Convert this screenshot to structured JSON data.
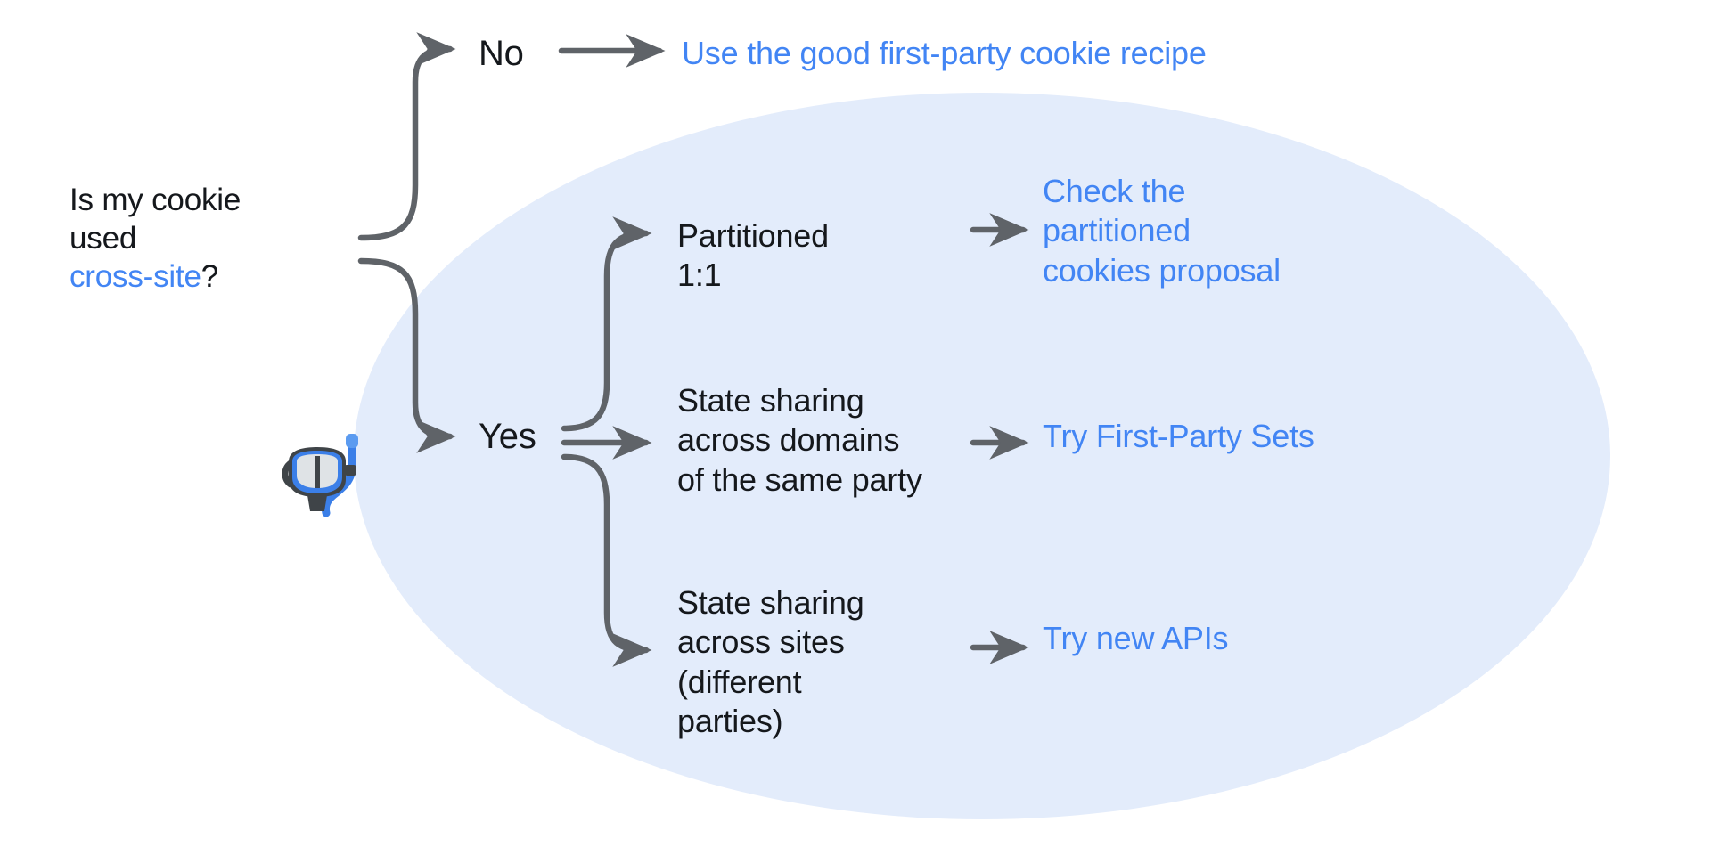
{
  "diagram": {
    "type": "decision-flowchart",
    "title_question": {
      "line1": "Is my cookie",
      "line2": "used ",
      "link": "cross-site",
      "suffix": "?",
      "full": "Is my cookie used cross-site?"
    },
    "branches": {
      "no": {
        "label": "No",
        "outcome": "Use the good first-party cookie recipe",
        "outcome_is_link": true
      },
      "yes": {
        "label": "Yes",
        "cases": [
          {
            "condition": "Partitioned\n1:1",
            "outcome": "Check the\npartitioned\ncookies proposal",
            "outcome_is_link": true
          },
          {
            "condition": "State sharing\nacross domains\nof the same party",
            "outcome": "Try First-Party Sets",
            "outcome_is_link": true
          },
          {
            "condition": "State sharing\nacross sites\n(different\nparties)",
            "outcome": "Try new APIs",
            "outcome_is_link": true
          }
        ]
      }
    },
    "decoration": {
      "emoji_name": "diving-mask-emoji",
      "emoji_glyph": "🤿",
      "highlight_shape": "ellipse"
    }
  },
  "colors": {
    "link_blue": "#4285f4",
    "text_dark": "#15181c",
    "ellipse_fill": "#e3ecfb",
    "arrow_gray": "#5f6368",
    "background": "#ffffff"
  }
}
